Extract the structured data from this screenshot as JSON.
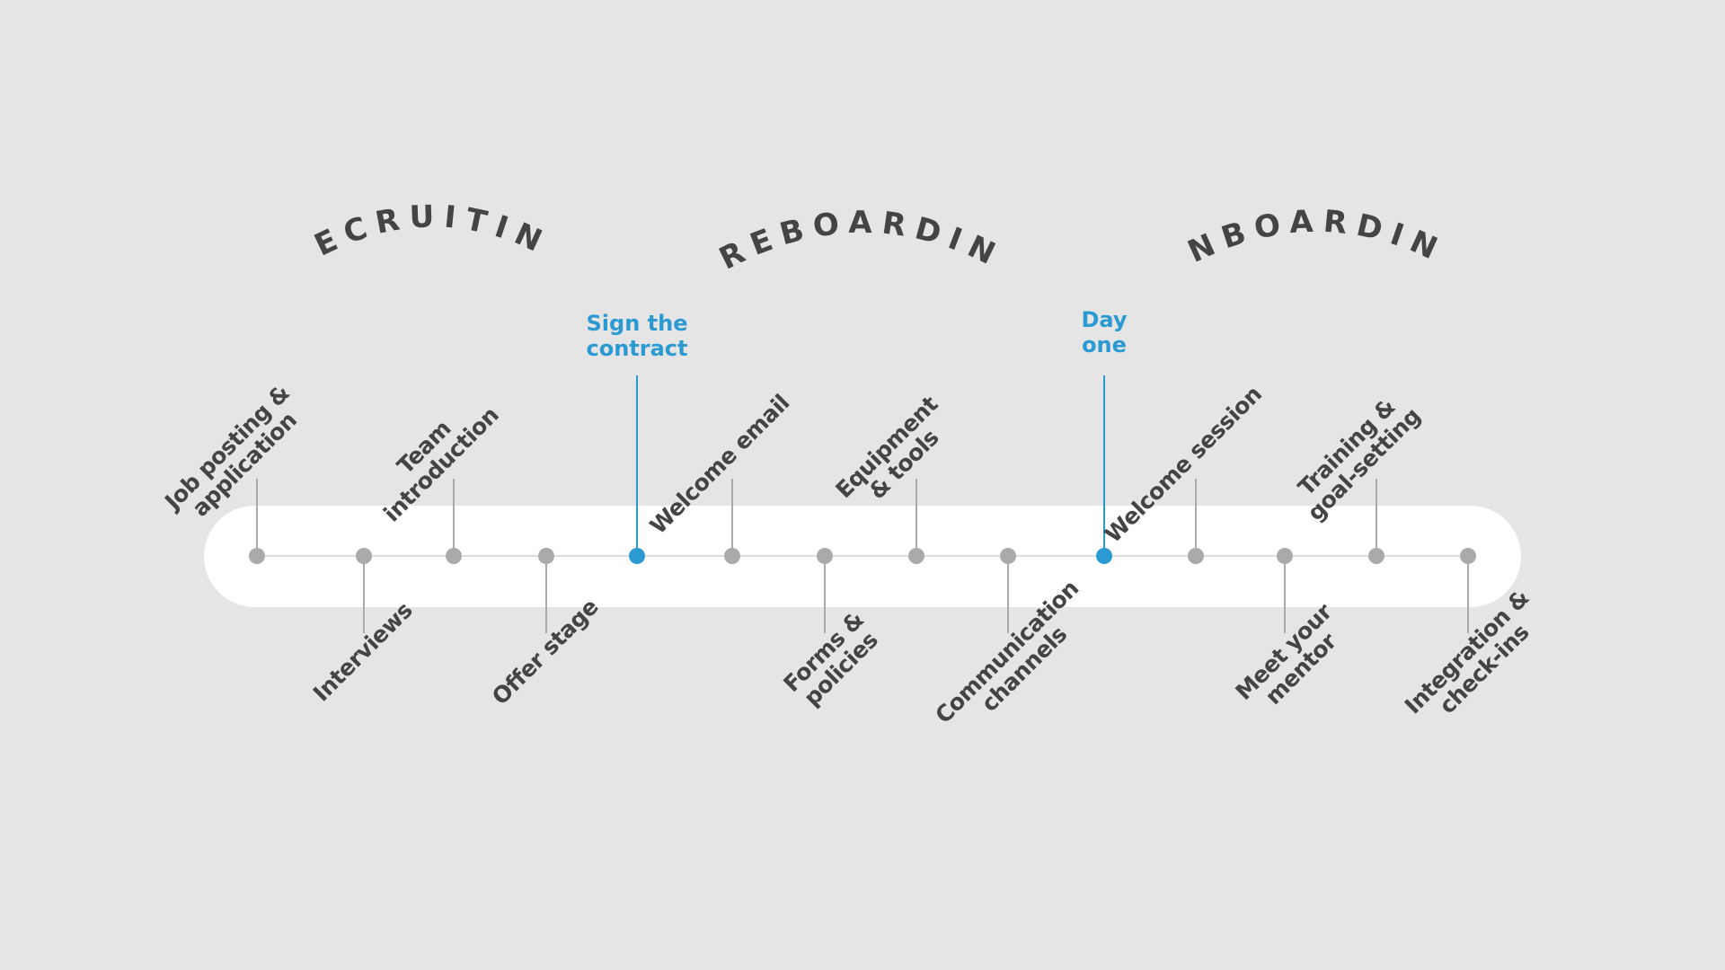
{
  "colors": {
    "background": "#e5e5e5",
    "track": "#ffffff",
    "dot": "#aaaaaa",
    "stem": "#aaaaaa",
    "text": "#444444",
    "accent": "#2b9ad3"
  },
  "phases": [
    {
      "label": "RECRUITING"
    },
    {
      "label": "PREBOARDING"
    },
    {
      "label": "ONBOARDING"
    }
  ],
  "milestones": [
    {
      "line1": "Sign the",
      "line2": "contract"
    },
    {
      "line1": "Day",
      "line2": "one"
    }
  ],
  "steps": [
    {
      "line1": "Job posting &",
      "line2": "application",
      "side": "above"
    },
    {
      "line1": "Interviews",
      "line2": "",
      "side": "below"
    },
    {
      "line1": "Team",
      "line2": "introduction",
      "side": "above"
    },
    {
      "line1": "Offer stage",
      "line2": "",
      "side": "below"
    },
    {
      "line1": "Welcome email",
      "line2": "",
      "side": "above"
    },
    {
      "line1": "Forms &",
      "line2": "policies",
      "side": "below"
    },
    {
      "line1": "Equipment",
      "line2": "& tools",
      "side": "above"
    },
    {
      "line1": "Communication",
      "line2": "channels",
      "side": "below"
    },
    {
      "line1": "Welcome session",
      "line2": "",
      "side": "above"
    },
    {
      "line1": "Meet your",
      "line2": "mentor",
      "side": "below"
    },
    {
      "line1": "Training &",
      "line2": "goal-setting",
      "side": "above"
    },
    {
      "line1": "Integration &",
      "line2": "check-ins",
      "side": "below"
    }
  ]
}
